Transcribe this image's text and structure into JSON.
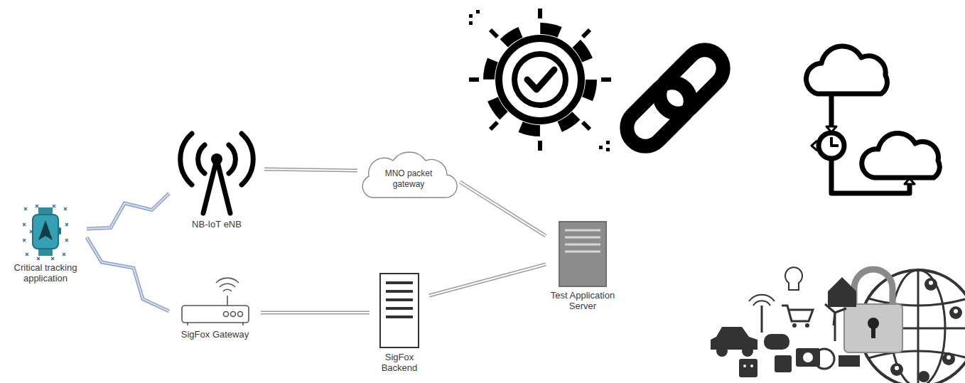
{
  "diagram": {
    "nodes": [
      {
        "text": [
          "Critical tracking application"
        ]
      },
      {
        "text": [
          "NB-IoT eNB"
        ]
      },
      {
        "text": [
          "MNO packet gateway"
        ]
      },
      {
        "text": [
          "SigFox Gateway"
        ]
      },
      {
        "text": [
          "SigFox Backend"
        ]
      },
      {
        "text": [
          "Test Application Server"
        ]
      }
    ],
    "edges": [
      {
        "from": 0,
        "to": 1,
        "arrow": "none"
      },
      {
        "from": 0,
        "to": 3,
        "arrow": "none"
      },
      {
        "from": 1,
        "to": 2,
        "arrow": "none"
      },
      {
        "from": 2,
        "to": 5,
        "arrow": "none"
      },
      {
        "from": 3,
        "to": 4,
        "arrow": "none"
      },
      {
        "from": 4,
        "to": 5,
        "arrow": "none"
      }
    ]
  }
}
